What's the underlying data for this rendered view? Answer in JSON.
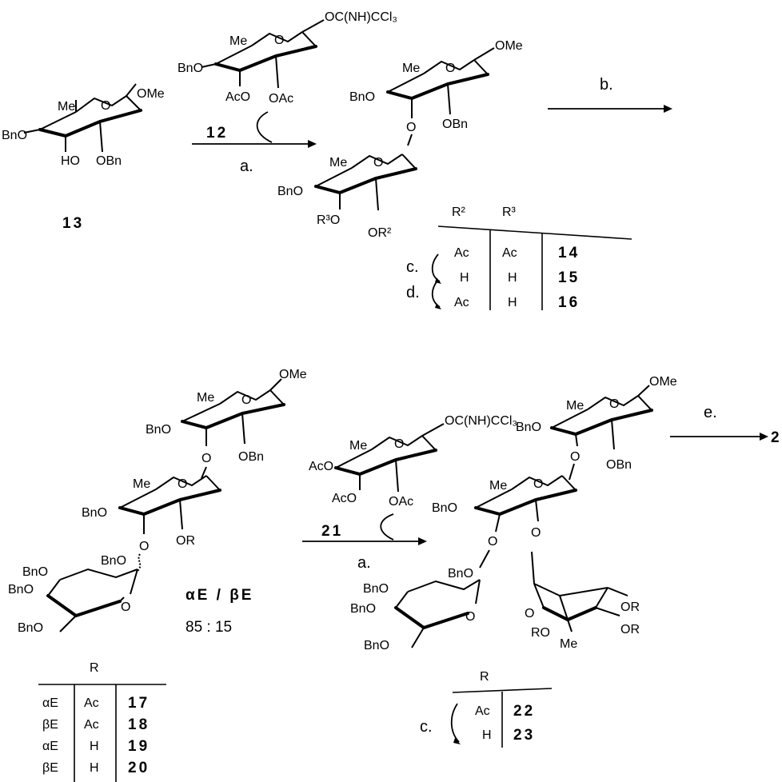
{
  "compounds": {
    "c12": "12",
    "c13": "13",
    "c21": "21",
    "c2": "2"
  },
  "conditions": {
    "a": "a.",
    "b": "b.",
    "c": "c.",
    "d": "d.",
    "e": "e."
  },
  "groups": {
    "OMe": "OMe",
    "BnO": "BnO",
    "Me": "Me",
    "O": "O",
    "HO": "HO",
    "OBn": "OBn",
    "AcO": "AcO",
    "OAc": "OAc",
    "R3O": "R³O",
    "OR2": "OR²",
    "OR": "OR",
    "RO": "RO",
    "trichloro": "OC(NH)CCl₃"
  },
  "selectivity": {
    "ratio_label": "αE / βE",
    "ratio": "85  :  15"
  },
  "table1": {
    "headers": [
      "R²",
      "R³"
    ],
    "rows": [
      {
        "r2": "Ac",
        "r3": "Ac",
        "id": "14"
      },
      {
        "r2": "H",
        "r3": "H",
        "id": "15"
      },
      {
        "r2": "Ac",
        "r3": "H",
        "id": "16"
      }
    ]
  },
  "table2": {
    "header": "R",
    "rows": [
      {
        "anomer": "αE",
        "r": "Ac",
        "id": "17"
      },
      {
        "anomer": "βE",
        "r": "Ac",
        "id": "18"
      },
      {
        "anomer": "αE",
        "r": "H",
        "id": "19"
      },
      {
        "anomer": "βE",
        "r": "H",
        "id": "20"
      }
    ]
  },
  "table3": {
    "header": "R",
    "rows": [
      {
        "r": "Ac",
        "id": "22"
      },
      {
        "r": "H",
        "id": "23"
      }
    ]
  }
}
